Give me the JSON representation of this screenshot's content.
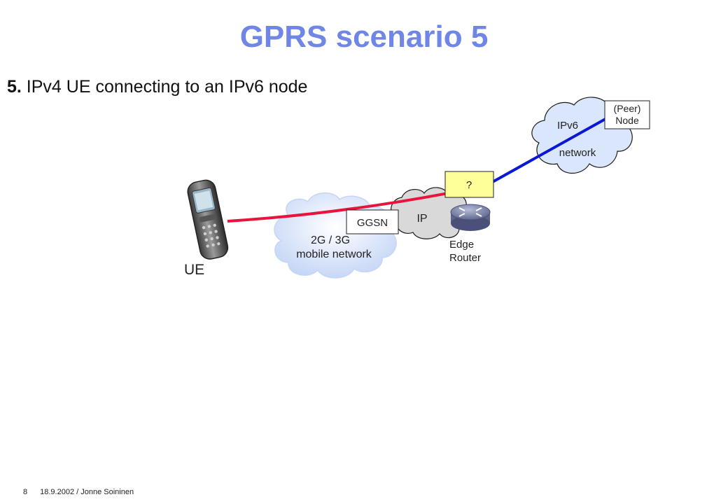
{
  "slide": {
    "title": "GPRS scenario 5",
    "subtitle_number": "5.",
    "subtitle_text": " IPv4 UE connecting to an IPv6 node"
  },
  "diagram": {
    "ue_label": "UE",
    "mobile_network_line1": "2G / 3G",
    "mobile_network_line2": "mobile network",
    "ggsn_label": "GGSN",
    "ip_cloud_label": "IP",
    "unknown_box_label": "?",
    "edge_router_line1": "Edge",
    "edge_router_line2": "Router",
    "ipv6_cloud_line1": "IPv6",
    "ipv6_cloud_line2": "network",
    "peer_node_line1": "(Peer)",
    "peer_node_line2": "Node"
  },
  "colors": {
    "title": "#6f86e6",
    "ipv4_link": "#e8143c",
    "ipv6_link": "#0a18d6",
    "unknown_box_fill": "#ffff99",
    "mobile_cloud_fill": "#dbe6fb",
    "ip_cloud_fill": "#d9d9d9",
    "ipv6_cloud_fill": "#d9e6fb",
    "router": "#7d84a8"
  },
  "footer": {
    "page_number": "8",
    "date_author": "18.9.2002 / Jonne Soininen"
  }
}
